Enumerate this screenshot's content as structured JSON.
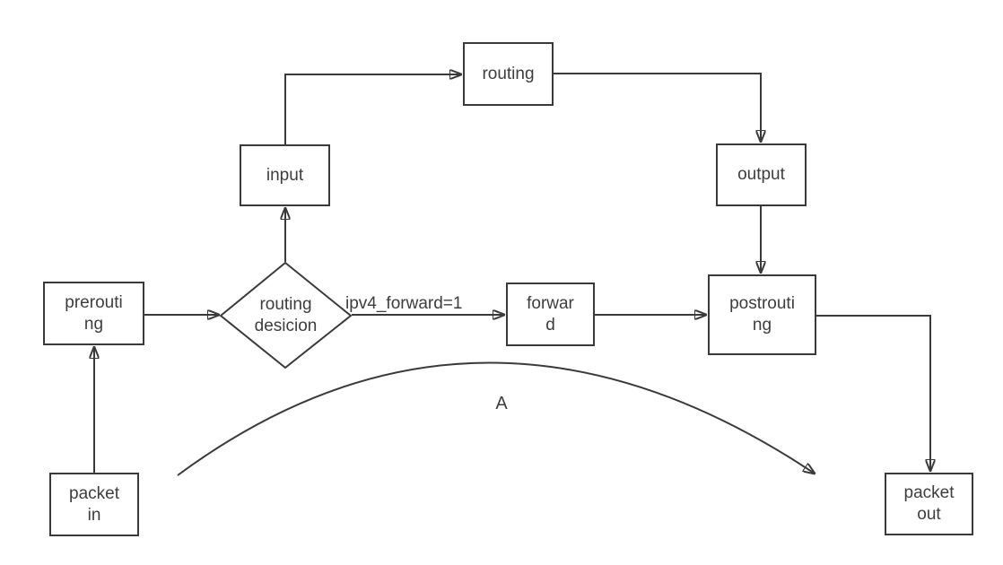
{
  "diagram": {
    "type": "flowchart",
    "background": "#ffffff",
    "stroke_color": "#3a3a3a",
    "text_color": "#3d3d3d",
    "nodes": {
      "packet_in": {
        "label": [
          "packet",
          "in"
        ],
        "shape": "rectangle"
      },
      "prerouting": {
        "label": [
          "prerouti",
          "ng"
        ],
        "shape": "rectangle"
      },
      "routing_decision": {
        "label": [
          "routing",
          "desicion"
        ],
        "shape": "diamond"
      },
      "input": {
        "label": [
          "input"
        ],
        "shape": "rectangle"
      },
      "routing": {
        "label": [
          "routing"
        ],
        "shape": "rectangle"
      },
      "output": {
        "label": [
          "output"
        ],
        "shape": "rectangle"
      },
      "forward": {
        "label": [
          "forwar",
          "d"
        ],
        "shape": "rectangle"
      },
      "postrouting": {
        "label": [
          "postrouti",
          "ng"
        ],
        "shape": "rectangle"
      },
      "packet_out": {
        "label": [
          "packet",
          "out"
        ],
        "shape": "rectangle"
      }
    },
    "edges": [
      {
        "from": "packet_in",
        "to": "prerouting",
        "label": ""
      },
      {
        "from": "prerouting",
        "to": "routing_decision",
        "label": ""
      },
      {
        "from": "routing_decision",
        "to": "input",
        "label": ""
      },
      {
        "from": "input",
        "to": "routing",
        "label": ""
      },
      {
        "from": "routing",
        "to": "output",
        "label": ""
      },
      {
        "from": "output",
        "to": "postrouting",
        "label": ""
      },
      {
        "from": "routing_decision",
        "to": "forward",
        "label": "ipv4_forward=1"
      },
      {
        "from": "forward",
        "to": "postrouting",
        "label": ""
      },
      {
        "from": "postrouting",
        "to": "packet_out",
        "label": ""
      },
      {
        "from": "packet_in",
        "to": "packet_out",
        "label": "A",
        "style": "curved-bypass"
      }
    ]
  }
}
